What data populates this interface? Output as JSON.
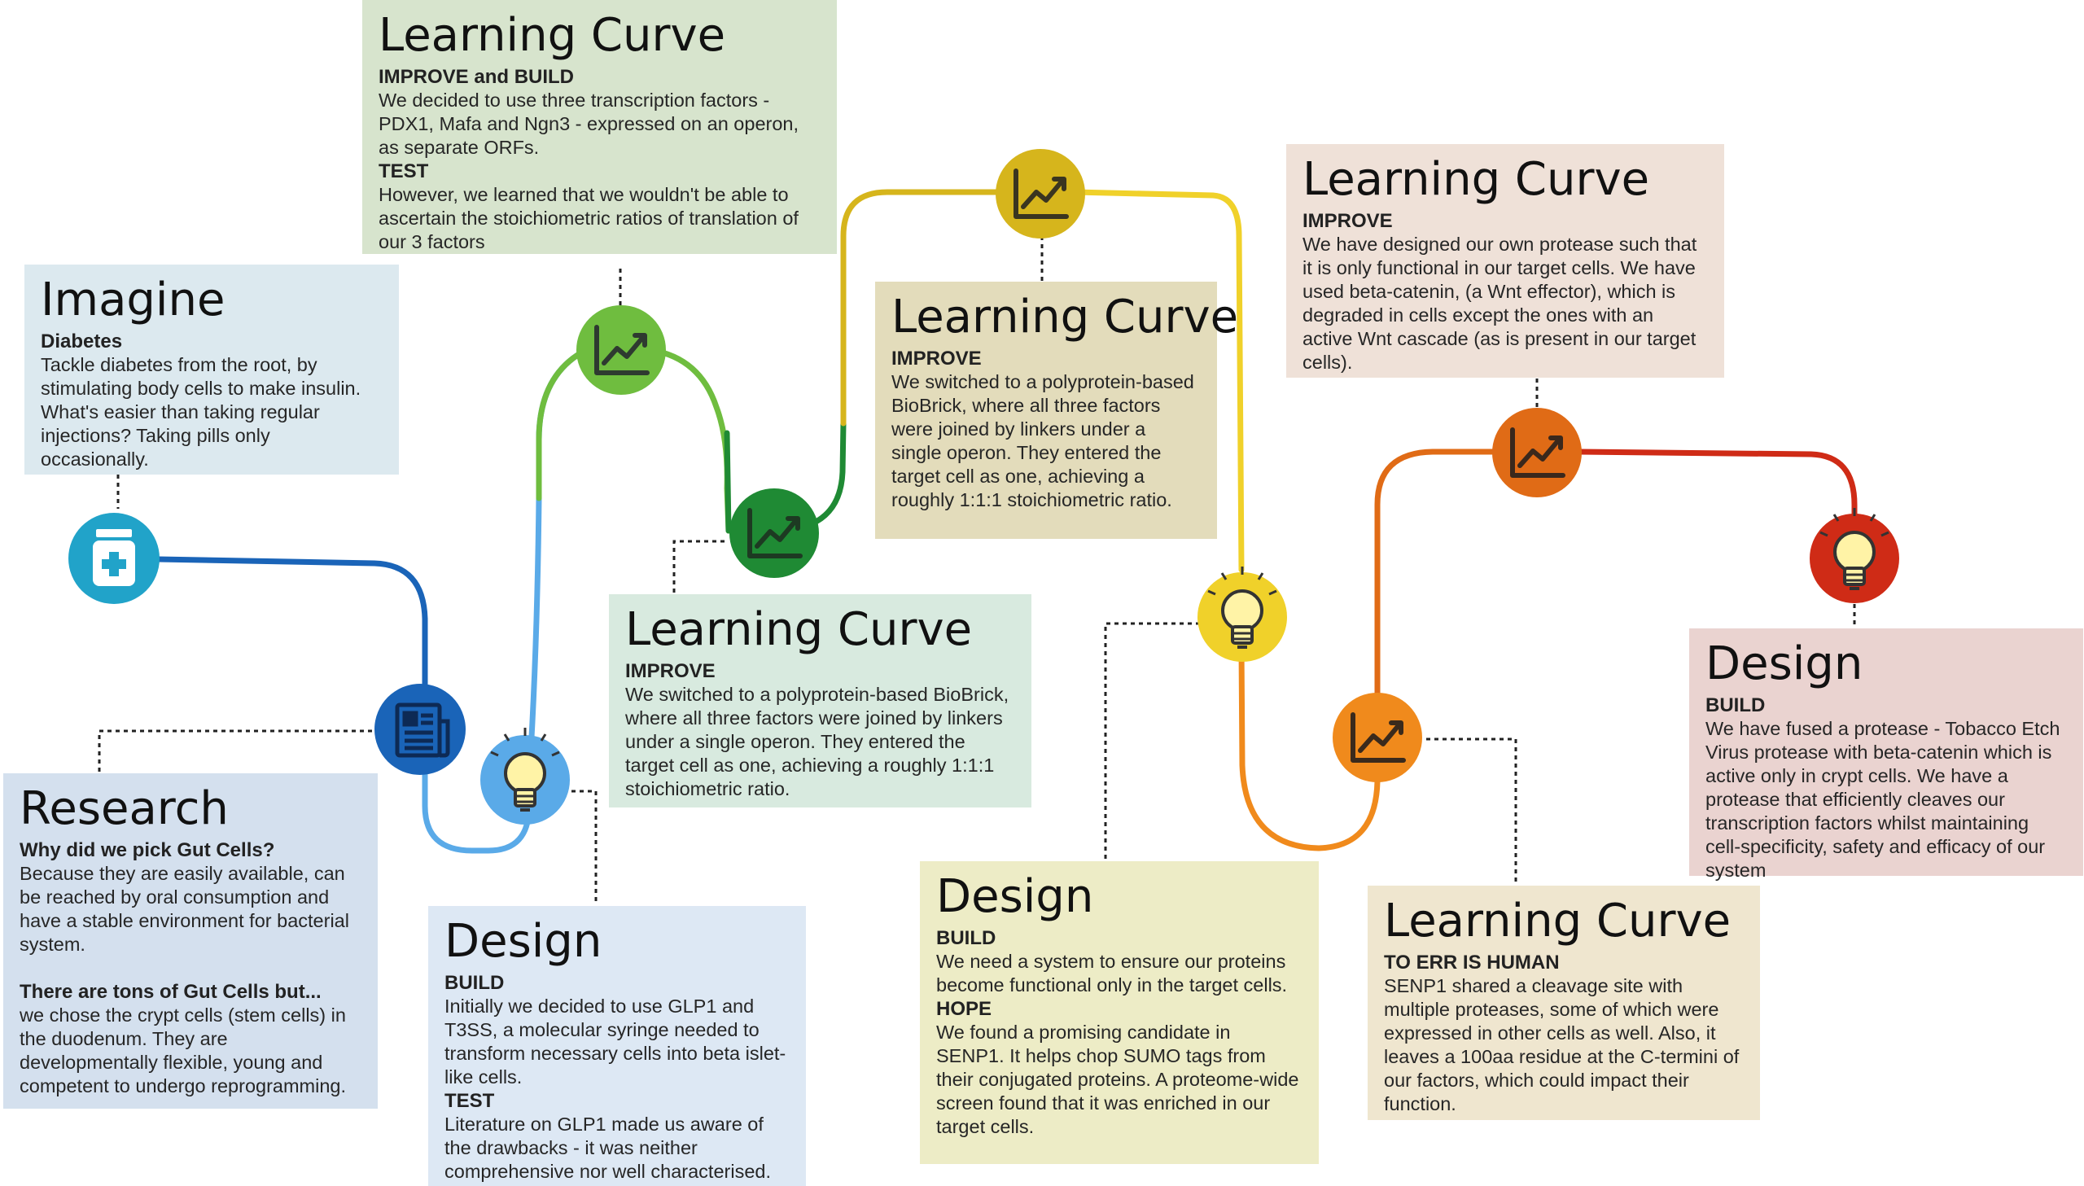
{
  "colors": {
    "imagine_node": "#21a3c9",
    "research_node": "#1a64b8",
    "design1_node": "#5aaae8",
    "lc1_node": "#6fbd3f",
    "lc2_node": "#1f8a34",
    "lc3_node": "#d6b51c",
    "design2_node": "#f0d12a",
    "lc5_node": "#f08a1c",
    "lc4_node": "#e06b16",
    "design3_node": "#cf2b16"
  },
  "nodes": [
    {
      "id": "imagine",
      "icon": "medicine-bottle-icon"
    },
    {
      "id": "research",
      "icon": "newspaper-icon"
    },
    {
      "id": "design1",
      "icon": "lightbulb-icon"
    },
    {
      "id": "lc1",
      "icon": "trend-chart-icon"
    },
    {
      "id": "lc2",
      "icon": "trend-chart-icon"
    },
    {
      "id": "lc3",
      "icon": "trend-chart-icon"
    },
    {
      "id": "design2",
      "icon": "lightbulb-icon"
    },
    {
      "id": "lc5",
      "icon": "trend-chart-icon"
    },
    {
      "id": "lc4",
      "icon": "trend-chart-icon"
    },
    {
      "id": "design3",
      "icon": "lightbulb-icon"
    }
  ],
  "imagine": {
    "title": "Imagine",
    "h1": "Diabetes",
    "t1": "Tackle diabetes from the root, by stimulating body cells to make insulin. What's easier than taking regular injections? Taking pills only occasionally."
  },
  "research": {
    "title": "Research",
    "h1": "Why did we pick Gut Cells?",
    "t1": "Because they are easily available, can be reached by oral consumption and have a stable environment for bacterial system.",
    "h2": "There are tons of Gut Cells but...",
    "t2": "we chose the crypt cells (stem cells) in the duodenum. They are developmentally flexible, young and competent to undergo reprogramming."
  },
  "design1": {
    "title": "Design",
    "h1": "BUILD",
    "t1": "Initially we decided to use GLP1 and T3SS, a molecular syringe needed to transform necessary cells into beta islet-like cells.",
    "h2": "TEST",
    "t2": "Literature on GLP1 made us aware of the drawbacks - it was neither comprehensive nor well characterised."
  },
  "lc1": {
    "title": "Learning Curve",
    "h1": "IMPROVE and BUILD",
    "t1": "We decided to use three transcription factors - PDX1, Mafa and Ngn3 - expressed on an operon, as separate ORFs.",
    "h2": "TEST",
    "t2": "However, we learned that we wouldn't be able to ascertain the stoichiometric ratios of translation of our 3 factors"
  },
  "lc2": {
    "title": "Learning Curve",
    "h1": "IMPROVE",
    "t1": "We switched to a polyprotein-based BioBrick, where all three factors were joined by linkers under a single operon. They entered the target cell as one, achieving a roughly 1:1:1 stoichiometric ratio."
  },
  "lc3": {
    "title": "Learning Curve",
    "h1": "IMPROVE",
    "t1": "We switched to a polyprotein-based BioBrick, where all three factors were joined by linkers under a single operon. They entered the target cell as one, achieving a roughly 1:1:1 stoichiometric ratio."
  },
  "design2": {
    "title": "Design",
    "h1": "BUILD",
    "t1": "We need a system to ensure our proteins become functional only in the target cells.",
    "h2": "HOPE",
    "t2": "We found a promising candidate in SENP1. It helps chop SUMO tags from their conjugated proteins. A proteome-wide screen found that it was enriched in our target cells."
  },
  "lc4": {
    "title": "Learning Curve",
    "h1": "IMPROVE",
    "t1": "We have designed our own protease such that it is only functional in our target cells. We have used beta-catenin, (a Wnt effector), which is degraded in cells except the ones with an active Wnt cascade (as is present in our target cells)."
  },
  "lc5": {
    "title": "Learning Curve",
    "h1": "TO ERR IS HUMAN",
    "t1": "SENP1 shared a cleavage site with multiple proteases, some of which were expressed in other cells as well. Also, it leaves a 100aa residue at the C-termini of our factors, which could impact their function."
  },
  "design3": {
    "title": "Design",
    "h1": "BUILD",
    "t1": "We have fused a protease - Tobacco Etch Virus protease with beta-catenin which is active only in crypt cells. We have a protease that efficiently cleaves our transcription factors whilst maintaining cell-specificity, safety and efficacy of our system"
  }
}
